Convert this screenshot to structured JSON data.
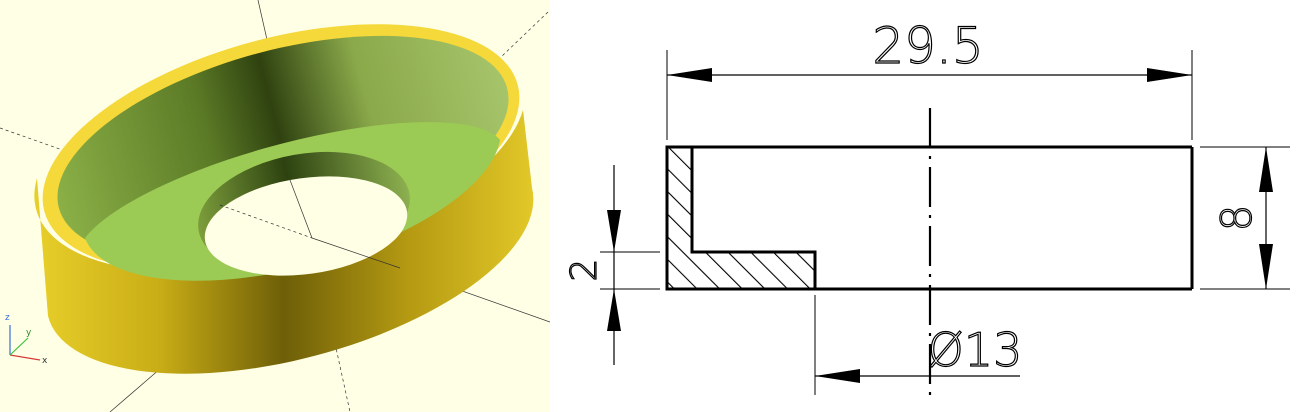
{
  "viewer": {
    "background": "#ffffe5",
    "axis_labels": {
      "x": "x",
      "y": "y",
      "z": "z"
    },
    "colors": {
      "rim_top": "#f5d83a",
      "outer_wall": "#d9c21e",
      "inner_wall": "#7f9e3a",
      "floor": "#9ccb55",
      "hole_wall": "#4d6b22"
    }
  },
  "drawing": {
    "dimensions": {
      "width": "29.5",
      "height": "8",
      "floor_thickness": "2",
      "hole_diameter": "Ø13"
    }
  }
}
